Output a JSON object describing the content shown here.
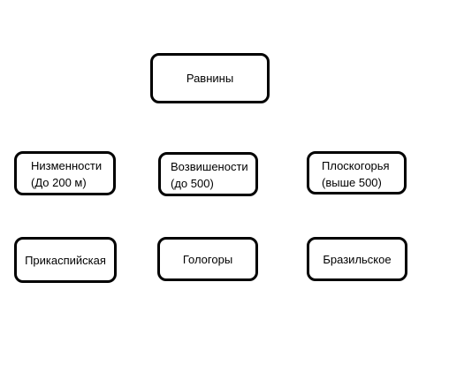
{
  "root": {
    "label": "Равнины"
  },
  "categories": [
    {
      "line1": "Низменности",
      "line2": "(До 200 м)"
    },
    {
      "line1": "Возвишености",
      "line2": "(до 500)"
    },
    {
      "line1": "Плоскогорья",
      "line2": "(выше 500)"
    }
  ],
  "examples": [
    {
      "label": "Прикаспийская"
    },
    {
      "label": "Гологоры"
    },
    {
      "label": "Бразильское"
    }
  ],
  "colors": {
    "border": "#000000",
    "background": "#ffffff"
  }
}
